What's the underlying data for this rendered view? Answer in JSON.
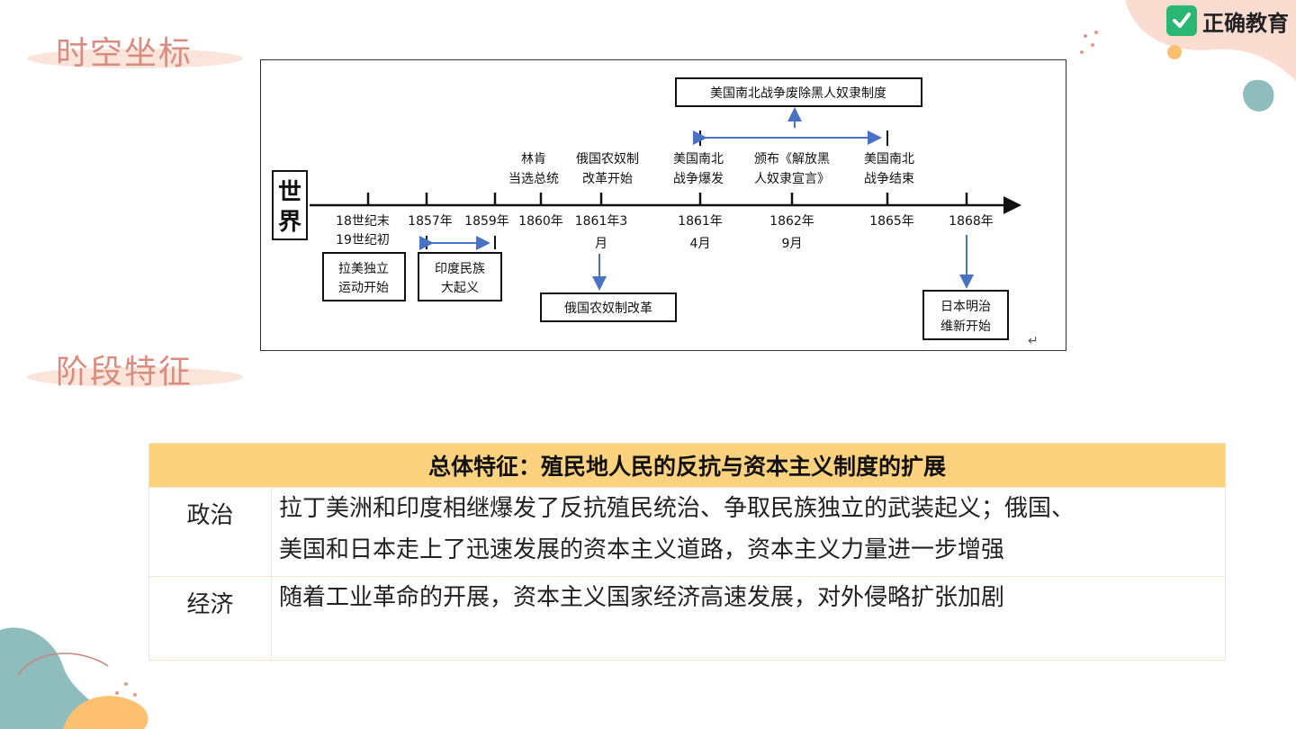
{
  "brand": {
    "name": "正确教育",
    "logo_icon": "check-icon",
    "logo_color": "#2bb673"
  },
  "sections": {
    "spacetime_title": "时空坐标",
    "stage_title": "阶段特征"
  },
  "timeline": {
    "world_label": [
      "世",
      "界"
    ],
    "ticks": [
      {
        "date_line1": "18世纪末",
        "date_line2": "19世纪初"
      },
      {
        "date_line1": "1857年",
        "date_line2": ""
      },
      {
        "date_line1": "1859年",
        "date_line2": ""
      },
      {
        "date_line1": "1860年",
        "date_line2": ""
      },
      {
        "date_line1": "1861年3",
        "date_line2": "月"
      },
      {
        "date_line1": "1861年",
        "date_line2": "4月"
      },
      {
        "date_line1": "1862年",
        "date_line2": "9月"
      },
      {
        "date_line1": "1865年",
        "date_line2": ""
      },
      {
        "date_line1": "1868年",
        "date_line2": ""
      }
    ],
    "above_labels": {
      "lincoln": [
        "林肯",
        "当选总统"
      ],
      "russia_start": [
        "俄国农奴制",
        "改革开始"
      ],
      "civil_war_start": [
        "美国南北",
        "战争爆发"
      ],
      "proclamation": [
        "颁布《解放黑",
        "人奴隶宣言》"
      ],
      "civil_war_end": [
        "美国南北",
        "战争结束"
      ]
    },
    "boxes": {
      "latin_america": [
        "拉美独立",
        "运动开始"
      ],
      "india": [
        "印度民族",
        "大起义"
      ],
      "russia_reform": [
        "俄国农奴制改革"
      ],
      "abolish_slavery": [
        "美国南北战争废除黑人奴隶制度"
      ],
      "meiji": [
        "日本明治",
        "维新开始"
      ]
    },
    "return_mark": "↵"
  },
  "features": {
    "header": "总体特征：殖民地人民的反抗与资本主义制度的扩展",
    "rows": [
      {
        "category": "政治",
        "lines": [
          "拉丁美洲和印度相继爆发了反抗殖民统治、争取民族独立的武装起义；俄国、",
          "美国和日本走上了迅速发展的资本主义道路，资本主义力量进一步增强"
        ]
      },
      {
        "category": "经济",
        "lines": [
          "随着工业革命的开展，资本主义国家经济高速发展，对外侵略扩张加剧"
        ]
      }
    ]
  },
  "colors": {
    "accent_title": "#d98c80",
    "header_bg": "#fcd27f",
    "arrow": "#4a72c4"
  }
}
